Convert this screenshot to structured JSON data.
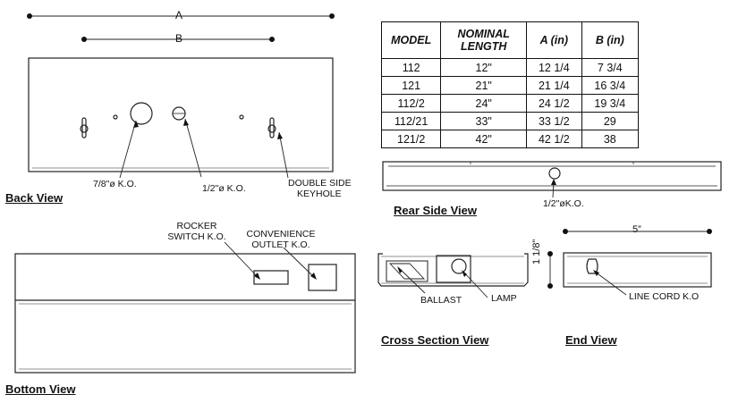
{
  "dimensions": {
    "a": "A",
    "b": "B",
    "five_in": "5”",
    "height": "1 1/8”"
  },
  "labels": {
    "ko_78": "7/8\"ø K.O.",
    "ko_12_back": "1/2\"ø K.O.",
    "keyhole_1": "DOUBLE SIDE",
    "keyhole_2": "KEYHOLE",
    "ko_12_rear": "1/2\"øK.O.",
    "rocker_1": "ROCKER",
    "rocker_2": "SWITCH  K.O.",
    "outlet_1": "CONVENIENCE",
    "outlet_2": "OUTLET K.O.",
    "ballast": "BALLAST",
    "lamp": "LAMP",
    "line_cord": "LINE CORD K.O"
  },
  "views": {
    "back": "Back  View",
    "rear_side": "Rear Side View",
    "bottom": "Bottom  View",
    "cross_section": "Cross Section View",
    "end": "End View"
  },
  "table": {
    "headers": [
      "MODEL",
      "NOMINAL LENGTH",
      "A (in)",
      "B (in)"
    ],
    "rows": [
      [
        "112",
        "12\"",
        "12 1/4",
        "7 3/4"
      ],
      [
        "121",
        "21\"",
        "21 1/4",
        "16 3/4"
      ],
      [
        "112/2",
        "24\"",
        "24 1/2",
        "19 3/4"
      ],
      [
        "112/21",
        "33\"",
        "33 1/2",
        "29"
      ],
      [
        "121/2",
        "42\"",
        "42 1/2",
        "38"
      ]
    ]
  }
}
